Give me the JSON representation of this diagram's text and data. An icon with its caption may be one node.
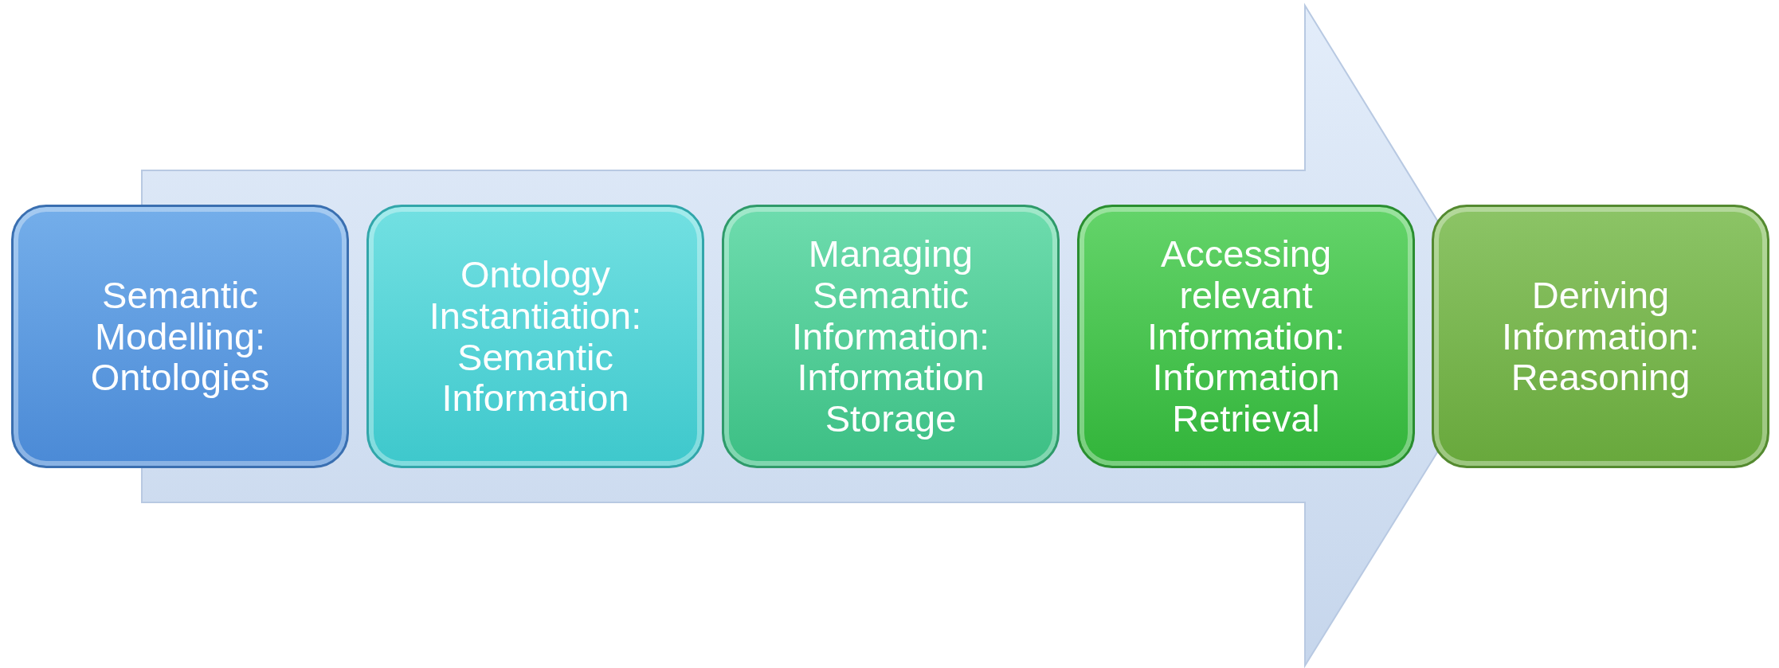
{
  "diagram": {
    "nodes": [
      {
        "text": [
          "Semantic Modelling: Ontologies"
        ]
      },
      {
        "text": [
          "Ontology Instantiation: Semantic Information"
        ]
      },
      {
        "text": [
          "Managing Semantic Information: Information Storage"
        ]
      },
      {
        "text": [
          "Accessing relevant Information: Information Retrieval"
        ]
      },
      {
        "text": [
          "Deriving Information: Reasoning"
        ]
      }
    ]
  }
}
